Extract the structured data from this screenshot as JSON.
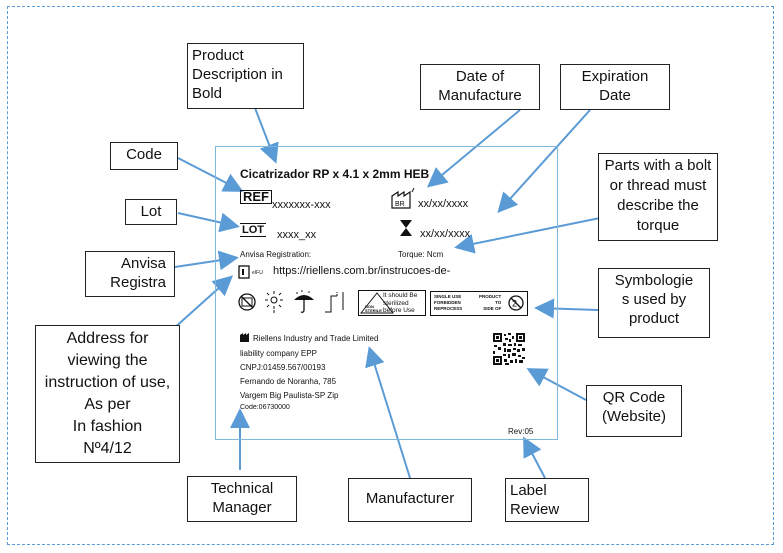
{
  "callouts": {
    "product_desc": "Product\nDescription in\nBold",
    "date_manufacture": "Date of\nManufacture",
    "expiration": "Expiration\nDate",
    "code": "Code",
    "lot": "Lot",
    "parts_bolt": "Parts with a bolt\nor thread must\ndescribe the\ntorque",
    "anvisa": "Anvisa\nRegistra",
    "symbologies": "Symbologie\ns used by\nproduct",
    "address": "Address for\nviewing the\ninstruction of use,\nAs per\nIn fashion\nNº4/12",
    "qr_code": "QR Code\n(Website)",
    "technical_manager": "Technical\nManager",
    "manufacturer": "Manufacturer",
    "label_review": "Label\nReview"
  },
  "label": {
    "product_title": "Cicatrizador RP x 4.1 x 2mm HEB",
    "ref_text": "REF",
    "ref_code": "xxxxxxx-xxx",
    "lot_text": "LOT",
    "lot_code": "xxxx_xx",
    "mfg_date": "xx/xx/xxxx",
    "exp_date": "xx/xx/xxxx",
    "anvisa_registration": "Anvisa Registration:",
    "torque": "Torque: Ncm",
    "eifu_text": "eIFU",
    "ifu_url": "https://riellens.com.br/instrucoes-de-",
    "sterile_note": "It should Be\nsterilized\nbefore Use",
    "nonsterile_text": "NON\nSTERILE",
    "single_use": "SINGLE USE\nFORBIDDEN\nREPROCESS",
    "product_side": "PRODUCT\nTO\nSIDE OF",
    "mfr_lines": [
      "Riellens Industry and Trade Limited",
      "liability company EPP",
      "CNPJ:01459.567/00193",
      "Fernando de Noranha, 785",
      "Vargem Big Paulista-SP Zip",
      "Code:06730000"
    ],
    "rev": "Rev:05"
  },
  "colors": {
    "arrow": "#5b9bd5",
    "frame": "#5b9bd5",
    "label_border": "#7fb6dc"
  }
}
